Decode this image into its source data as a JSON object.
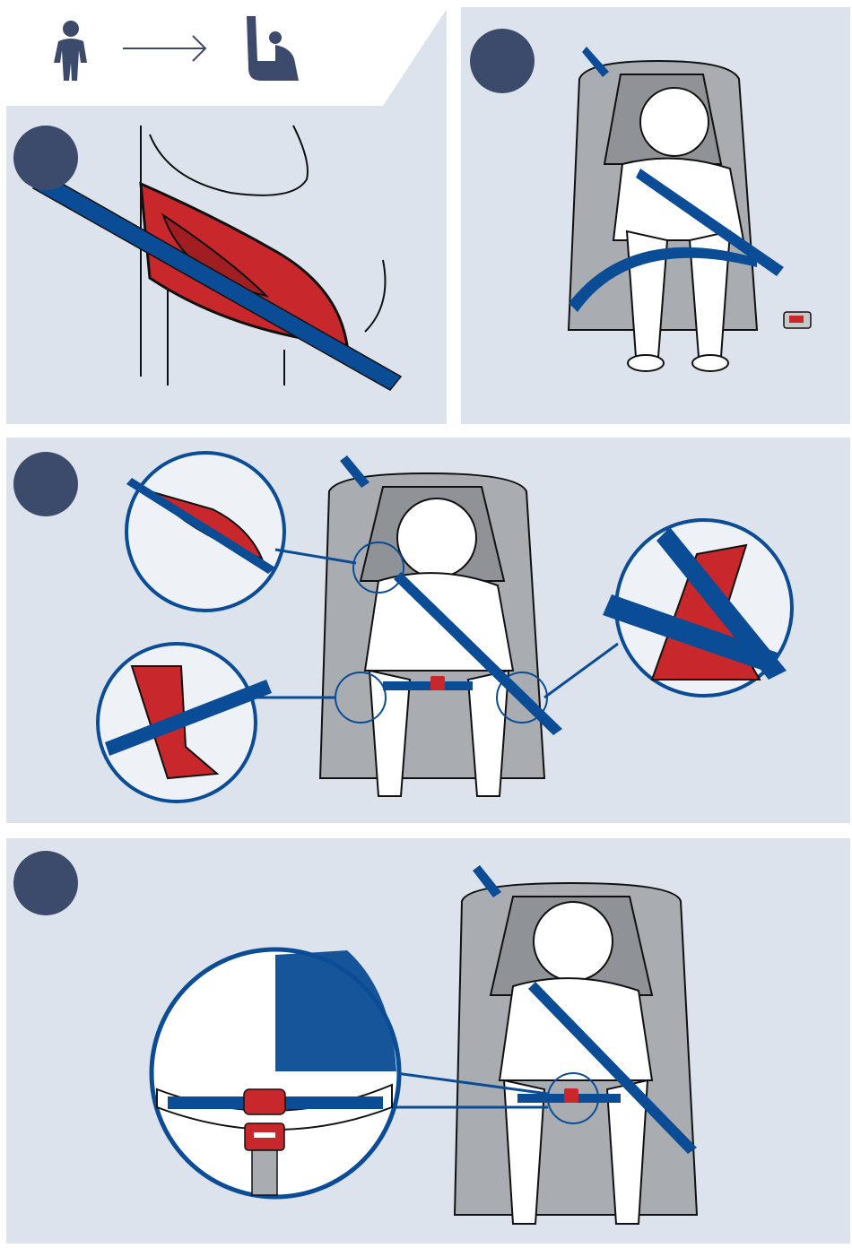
{
  "header": {
    "icons": [
      "child-standing-icon",
      "arrow-right-icon",
      "car-seat-icon"
    ]
  },
  "steps": [
    {
      "id": 1,
      "badge_label": ""
    },
    {
      "id": 2,
      "badge_label": ""
    },
    {
      "id": 3,
      "badge_label": ""
    },
    {
      "id": 4,
      "badge_label": ""
    }
  ],
  "colors": {
    "panel_bg": "#dde3ec",
    "badge": "#3c4a6b",
    "belt_blue": "#0b4c96",
    "guide_red": "#c8282b",
    "seat_gray": "#a9acb0",
    "outline": "#111111"
  }
}
